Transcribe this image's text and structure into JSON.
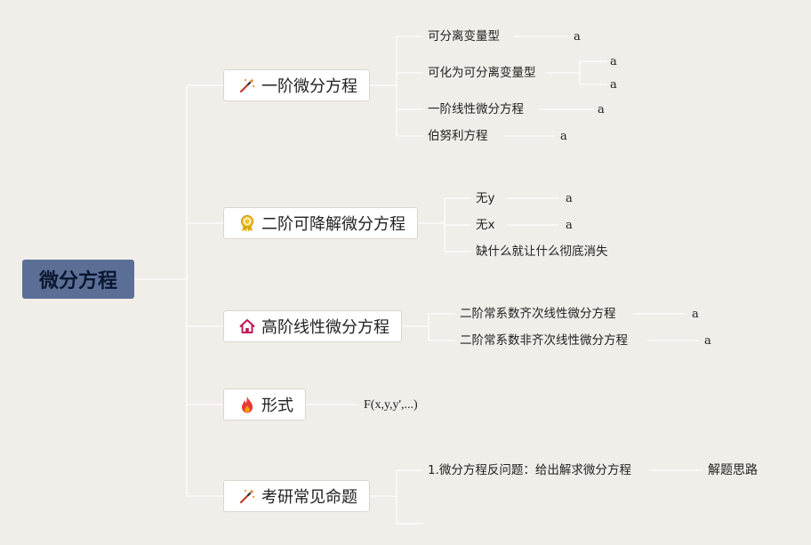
{
  "root": {
    "label": "微分方程"
  },
  "branches": {
    "b1": {
      "label": "一阶微分方程",
      "icon": "magic-wand-icon"
    },
    "b2": {
      "label": "二阶可降解微分方程",
      "icon": "ribbon-award-icon"
    },
    "b3": {
      "label": "高阶线性微分方程",
      "icon": "house-icon"
    },
    "b4": {
      "label": "形式",
      "icon": "flame-icon"
    },
    "b5": {
      "label": "考研常见命题",
      "icon": "magic-wand-icon"
    }
  },
  "topics": {
    "b1_t1": "可分离变量型",
    "b1_t2": "可化为可分离变量型",
    "b1_t3": "一阶线性微分方程",
    "b1_t4": "伯努利方程",
    "b2_t1": "无y",
    "b2_t2": "无x",
    "b2_t3": "缺什么就让什么彻底消失",
    "b3_t1": "二阶常系数齐次线性微分方程",
    "b3_t2": "二阶常系数非齐次线性微分方程",
    "b5_t1": "1.微分方程反问题：给出解求微分方程"
  },
  "notes": {
    "b1_t1_n": "a",
    "b1_t2_n1": "a",
    "b1_t2_n2": "a",
    "b1_t3_n": "a",
    "b1_t4_n": "a",
    "b2_t1_n": "a",
    "b2_t2_n": "a",
    "b3_t1_n": "a",
    "b3_t2_n": "a",
    "b4_formula": "F(x,y,y',...)",
    "b5_t1_n": "解题思路"
  },
  "colors": {
    "background": "#f1ede8",
    "root_fill": "#5b6f96",
    "connector": "#ffffff",
    "wand": "#c0392b",
    "ribbon": "#e0a800",
    "house": "#c2185b",
    "flame": "#e53935"
  }
}
